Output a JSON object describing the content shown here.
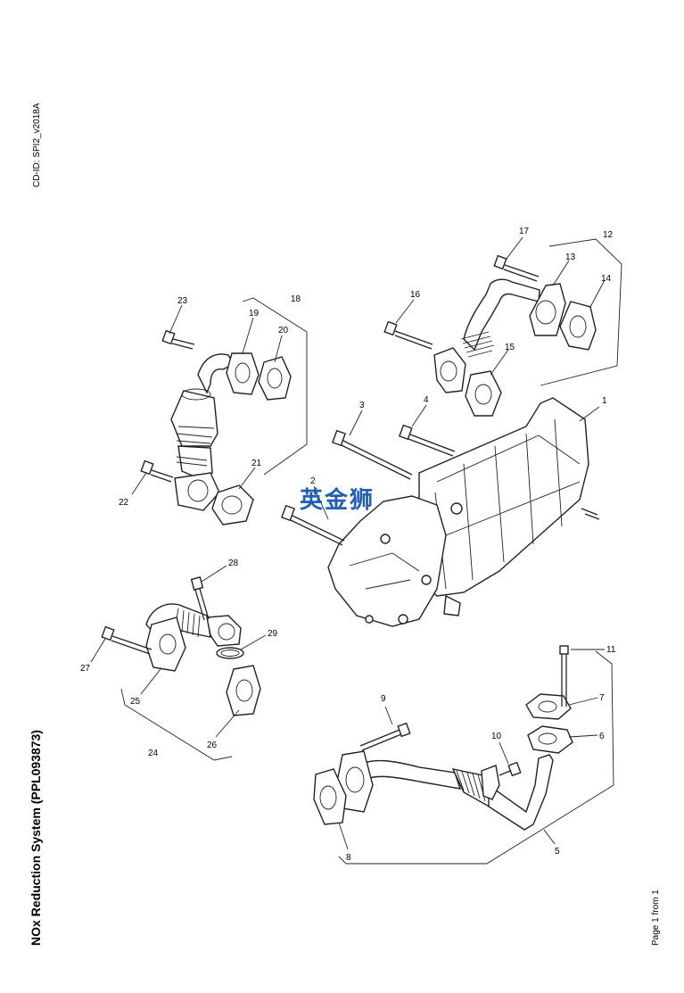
{
  "doc_id": "CD-ID: SPI2_v2018A",
  "title": "NOx Reduction System (PPL093873)",
  "page_label": "Page 1 from 1",
  "watermark": "英金狮",
  "callouts": [
    "1",
    "2",
    "3",
    "4",
    "5",
    "6",
    "7",
    "8",
    "9",
    "10",
    "11",
    "12",
    "13",
    "14",
    "15",
    "16",
    "17",
    "18",
    "19",
    "20",
    "21",
    "22",
    "23",
    "24",
    "25",
    "26",
    "27",
    "28",
    "29"
  ],
  "colors": {
    "line": "#222222",
    "watermark": "#1f5fb6"
  }
}
